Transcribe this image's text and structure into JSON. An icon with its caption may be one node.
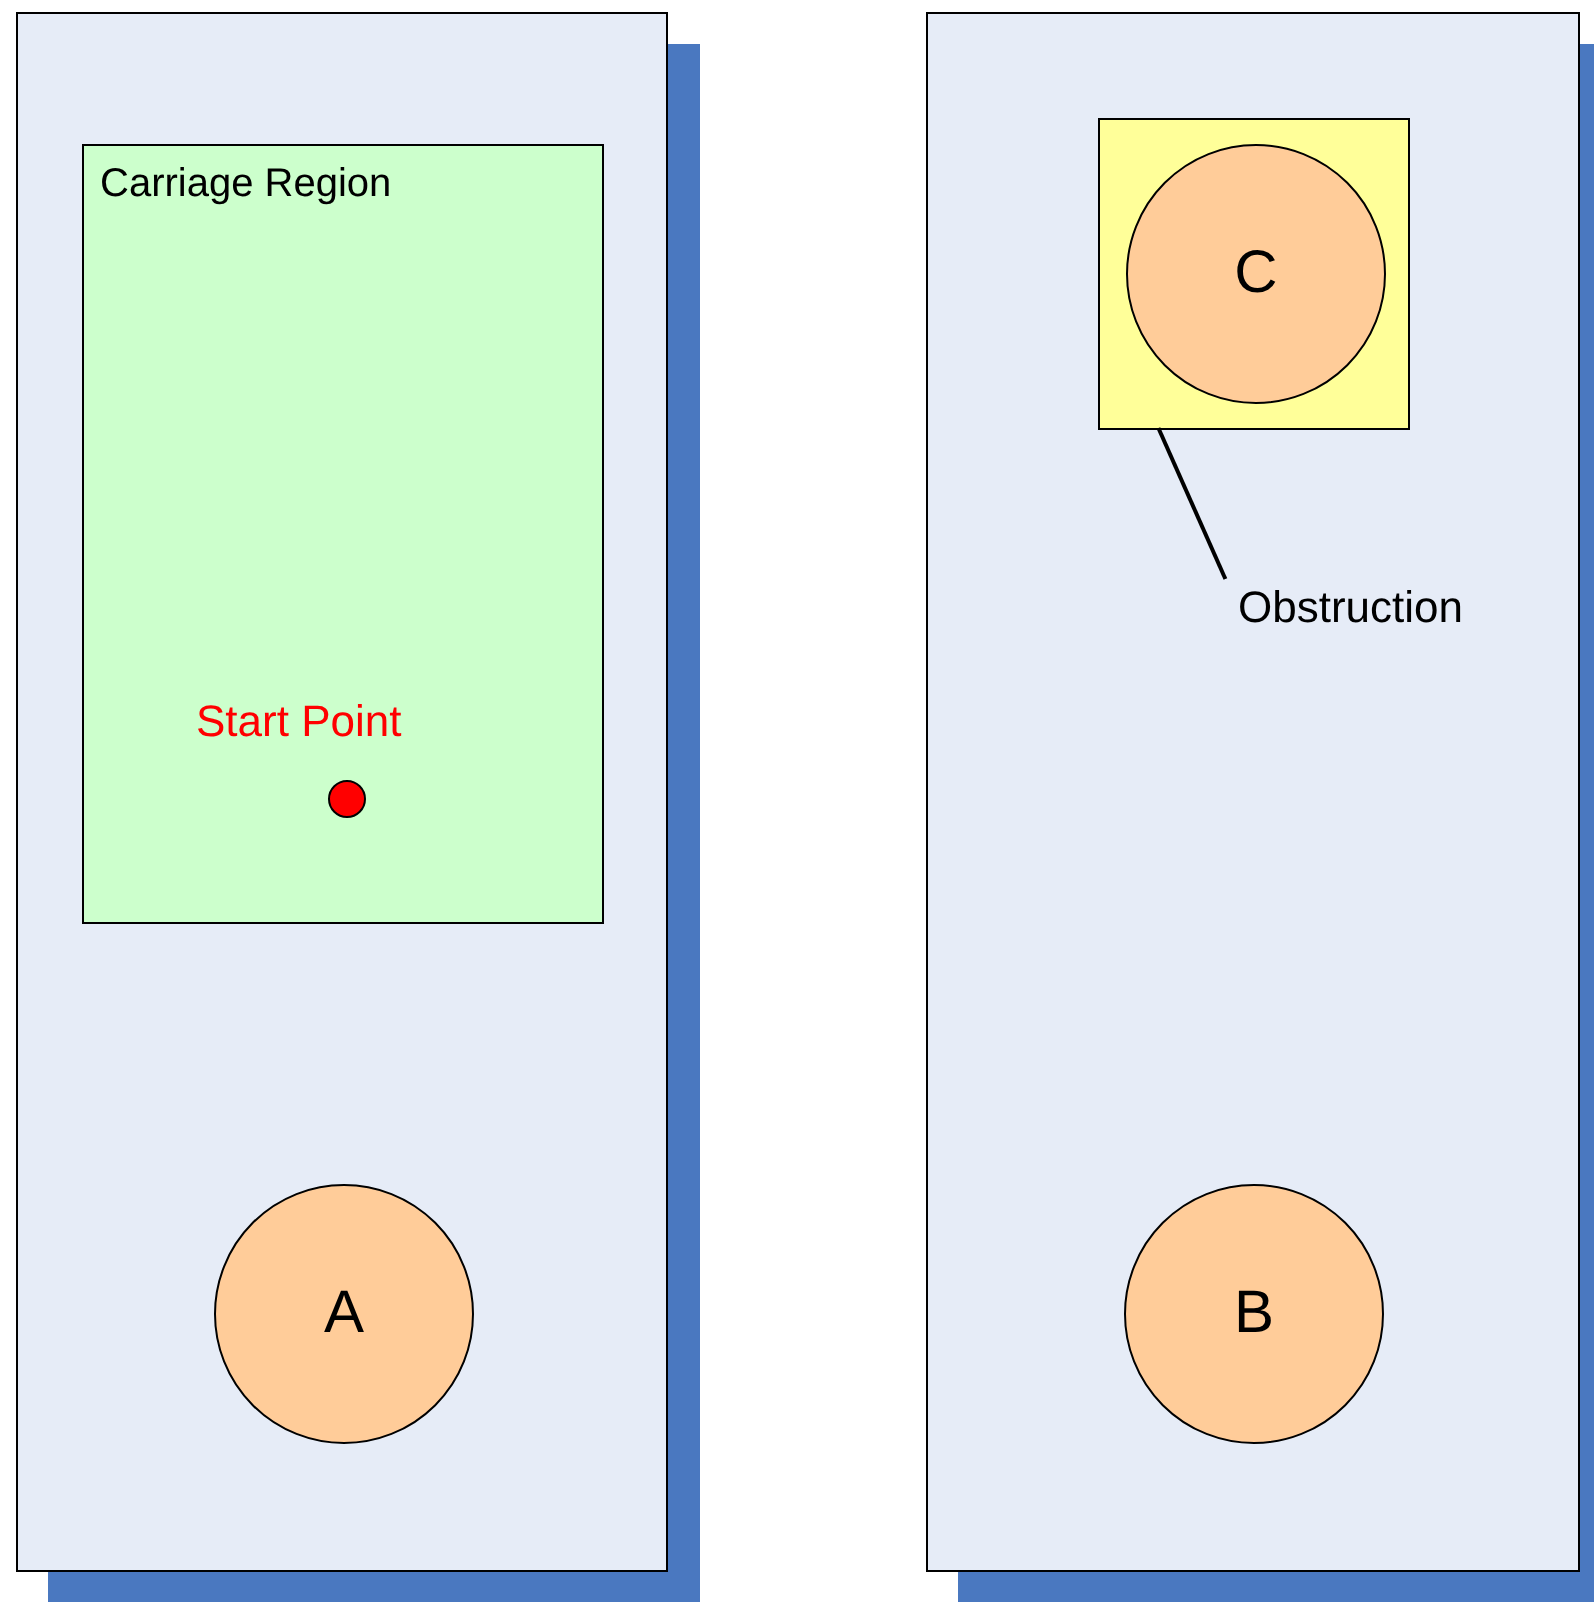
{
  "diagram": {
    "nodes": [
      {
        "text": [],
        "shape": "box"
      },
      {
        "text": [
          "Carriage Region"
        ],
        "in": 0
      },
      {
        "text": [],
        "shape": "circle",
        "beside": [
          "Start Point"
        ],
        "in": 1
      },
      {
        "text": [
          "A"
        ],
        "in": 0
      },
      {
        "text": [],
        "shape": "box"
      },
      {
        "text": [],
        "shape": "box",
        "in": 4
      },
      {
        "text": [
          "C"
        ],
        "in": 5
      },
      {
        "text": [
          "Obstruction"
        ],
        "in": 4
      },
      {
        "text": [
          "B"
        ],
        "in": 4
      }
    ],
    "edges": [
      {
        "from": 7,
        "to": 5,
        "arrow": "none"
      }
    ]
  }
}
